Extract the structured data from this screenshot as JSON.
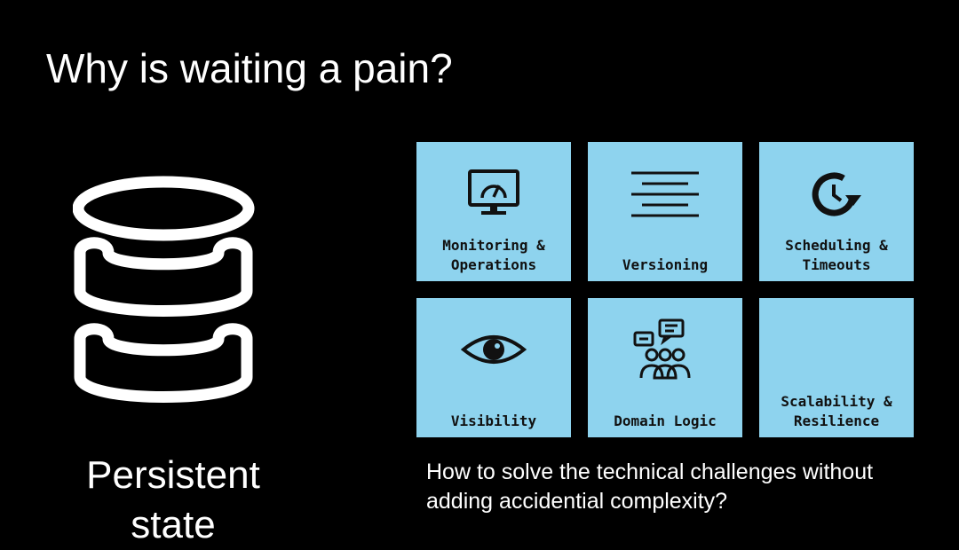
{
  "slide": {
    "title": "Why is waiting a pain?",
    "database_label": "Persistent state",
    "question": "How to solve the technical challenges without adding accidential complexity?"
  },
  "tiles": [
    {
      "label": "Monitoring &\nOperations",
      "icon": "monitor-gauge-icon"
    },
    {
      "label": "Versioning",
      "icon": "horizontal-lines-icon"
    },
    {
      "label": "Scheduling &\nTimeouts",
      "icon": "clock-arrow-icon"
    },
    {
      "label": "Visibility",
      "icon": "eye-icon"
    },
    {
      "label": "Domain Logic",
      "icon": "people-chat-icon"
    },
    {
      "label": "Scalability &\nResilience",
      "icon": null
    }
  ],
  "colors": {
    "background": "#000000",
    "tile": "#8ed3ee",
    "tile_text": "#111111",
    "text": "#ffffff"
  }
}
